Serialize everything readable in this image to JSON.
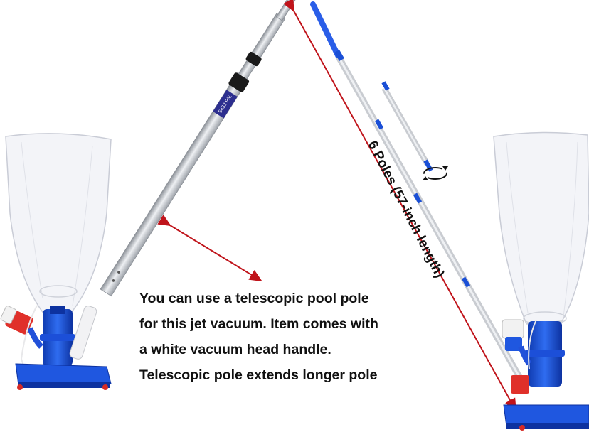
{
  "caption": {
    "line1": "You can use a telescopic pool pole",
    "line2": "for this jet vacuum. Item comes with",
    "line3": "a white vacuum head handle.",
    "line4": "Telescopic pole extends longer pole"
  },
  "dimension_label": "6 Poles (57-inch length)",
  "pole_label": "5432 PIE",
  "colors": {
    "accent_blue": "#1a4fd6",
    "arrow_red": "#c0141b",
    "hose_red": "#e0302a",
    "aluminum": "#c9ccd1",
    "mesh_bag": "#f3f4f8"
  }
}
